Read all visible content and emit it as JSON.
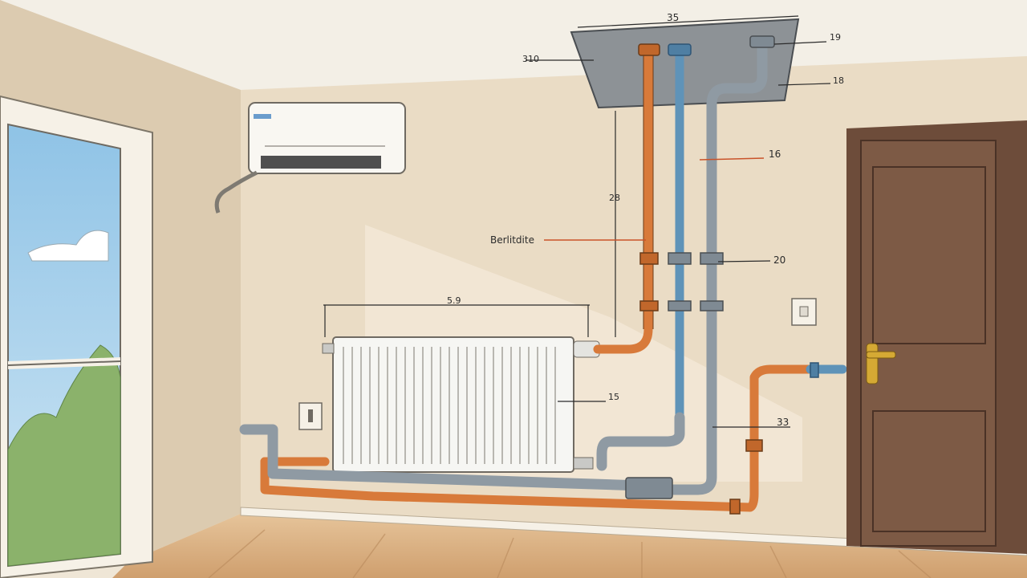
{
  "labels": {
    "ceiling_width": "35",
    "ceiling_left": "310",
    "ceiling_right_top": "19",
    "ceiling_right_bottom": "18",
    "blue_pipe": "16",
    "vertical_height": "28",
    "feature_label": "Berlitdite",
    "manifold": "20",
    "radiator_width": "5.9",
    "radiator_height": "15",
    "return_pipe": "33"
  },
  "colors": {
    "wall": "#e9dcc6",
    "side_wall": "#dccbb0",
    "ceiling": "#f3efe6",
    "floor": "#d9b48a",
    "copper_pipe": "#d87a3a",
    "blue_pipe": "#5f93b8",
    "grey_pipe": "#8f9aa3",
    "door": "#7d5a45",
    "sky": "#9fcbe8",
    "foliage": "#8bb26b"
  },
  "icons": [
    "window",
    "air-conditioner",
    "radiator",
    "door",
    "light-switch",
    "wall-socket",
    "door-handle"
  ]
}
